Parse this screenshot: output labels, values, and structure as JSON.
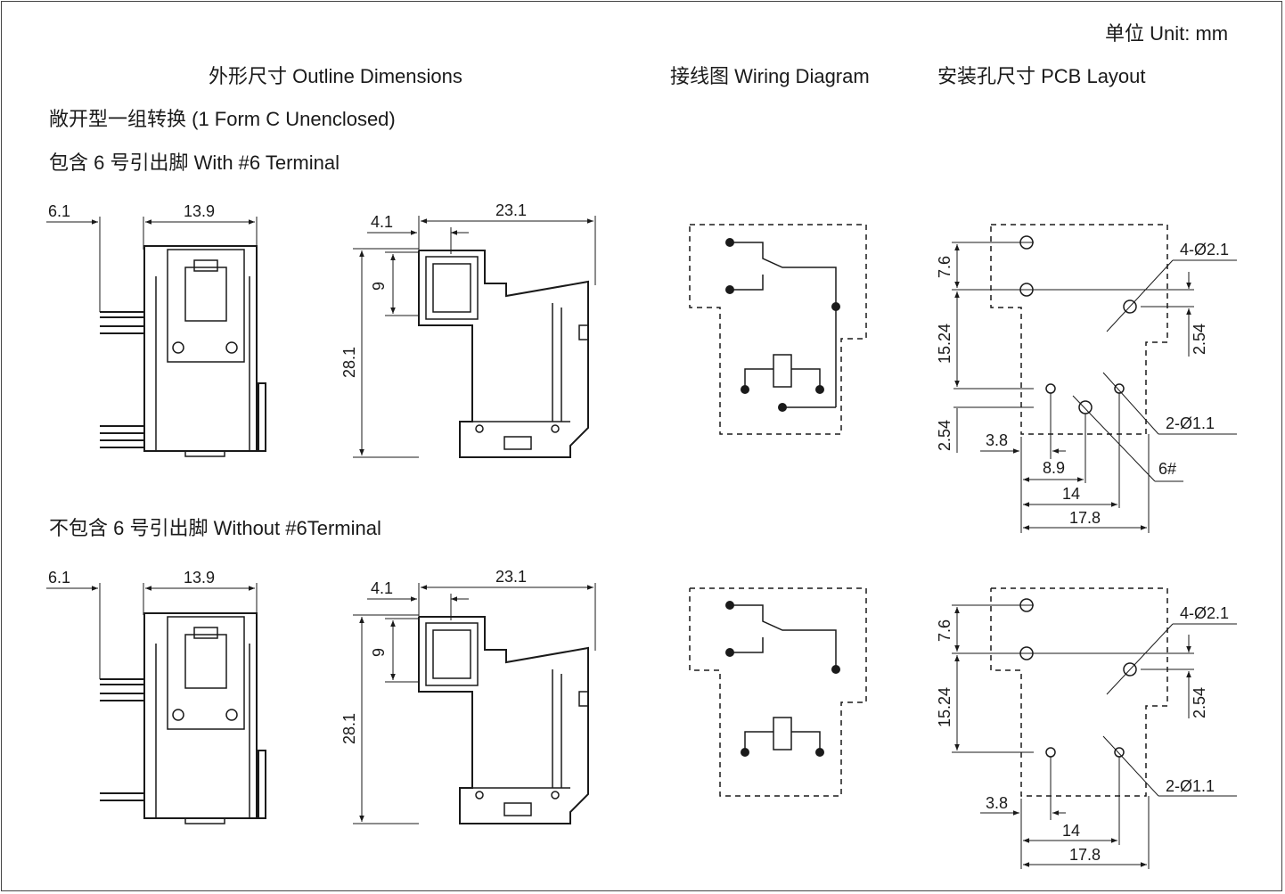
{
  "header": {
    "unit": "单位 Unit: mm",
    "outline_title": "外形尺寸 Outline Dimensions",
    "wiring_title": "接线图 Wiring Diagram",
    "pcb_title": "安装孔尺寸 PCB Layout",
    "type_label": "敞开型一组转换 (1 Form C Unenclosed)",
    "with6_label": "包含 6 号引出脚 With #6 Terminal",
    "without6_label": "不包含 6 号引出脚 Without #6Terminal"
  },
  "top": {
    "side_left": "6.1",
    "side_width": "13.9",
    "front_left": "4.1",
    "front_width": "23.1",
    "front_inner": "9",
    "front_height": "28.1",
    "pcb_7_6": "7.6",
    "pcb_15_24": "15.24",
    "pcb_2_54a": "2.54",
    "pcb_2_54b": "2.54",
    "pcb_hole_big": "4-Ø2.1",
    "pcb_hole_small": "2-Ø1.1",
    "pcb_pin6": "6#",
    "pcb_3_8": "3.8",
    "pcb_8_9": "8.9",
    "pcb_14": "14",
    "pcb_17_8": "17.8"
  },
  "bottom": {
    "side_left": "6.1",
    "side_width": "13.9",
    "front_left": "4.1",
    "front_width": "23.1",
    "front_inner": "9",
    "front_height": "28.1",
    "pcb_7_6": "7.6",
    "pcb_15_24": "15.24",
    "pcb_2_54a": "2.54",
    "pcb_hole_big": "4-Ø2.1",
    "pcb_hole_small": "2-Ø1.1",
    "pcb_3_8": "3.8",
    "pcb_14": "14",
    "pcb_17_8": "17.8"
  }
}
